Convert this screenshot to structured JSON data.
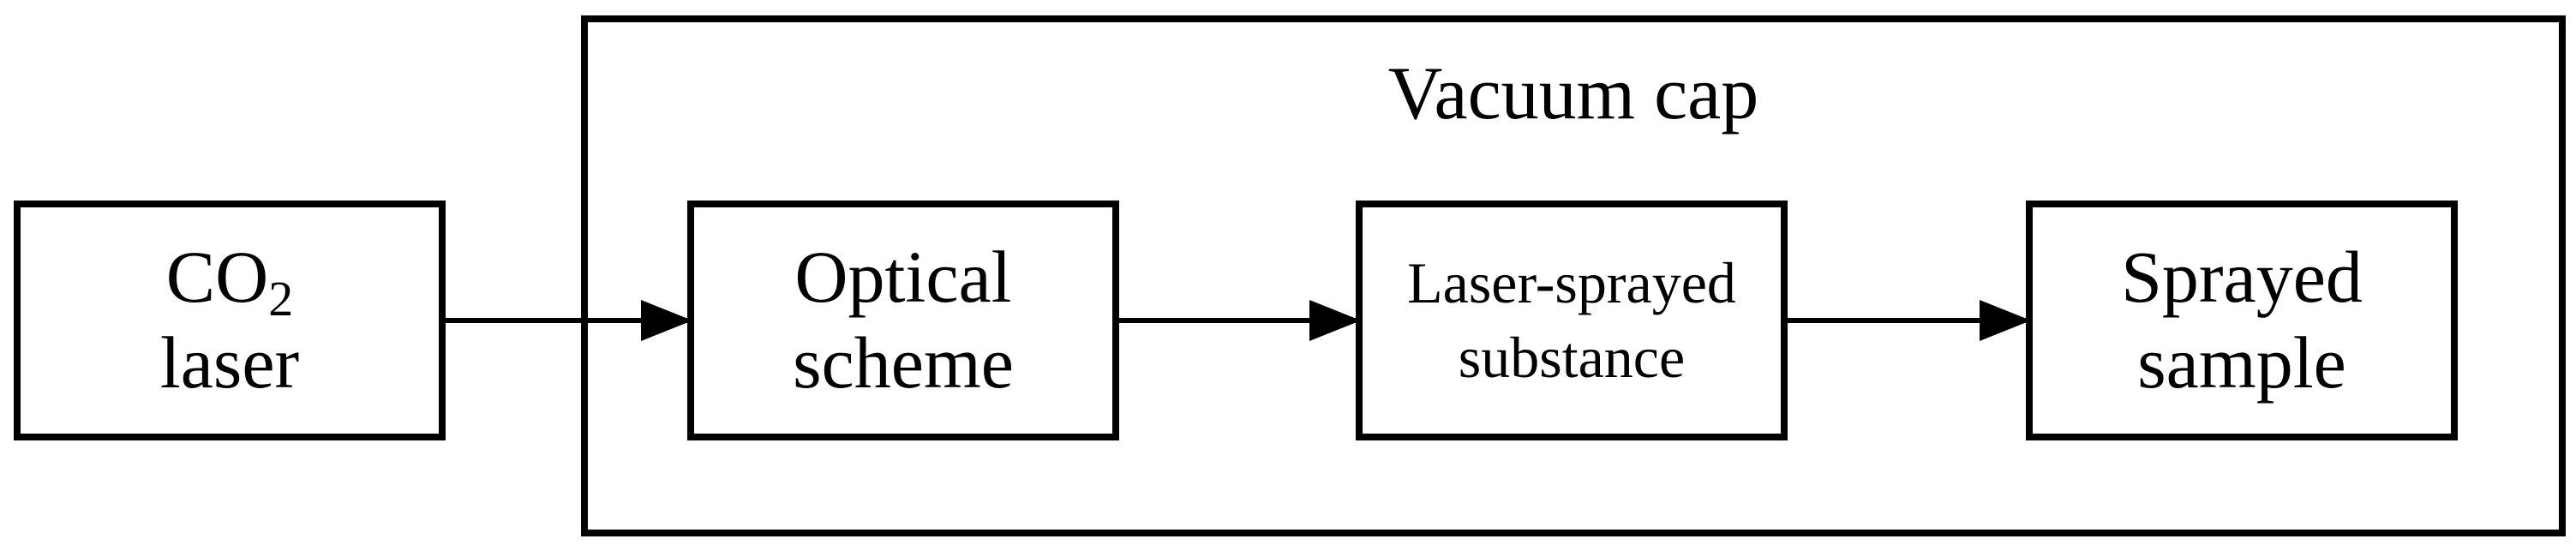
{
  "diagram": {
    "container": {
      "label": "Vacuum cap"
    },
    "nodes": {
      "co2_laser": {
        "line1_prefix": "CO",
        "line1_subscript": "2",
        "line2": "laser"
      },
      "optical_scheme": {
        "line1": "Optical",
        "line2": "scheme"
      },
      "laser_sprayed_substance": {
        "line1": "Laser-sprayed",
        "line2": "substance"
      },
      "sprayed_sample": {
        "line1": "Sprayed",
        "line2": "sample"
      }
    },
    "edges": [
      {
        "from": "CO2 laser",
        "to": "Optical scheme"
      },
      {
        "from": "Optical scheme",
        "to": "Laser-sprayed substance"
      },
      {
        "from": "Laser-sprayed substance",
        "to": "Sprayed sample"
      }
    ]
  }
}
